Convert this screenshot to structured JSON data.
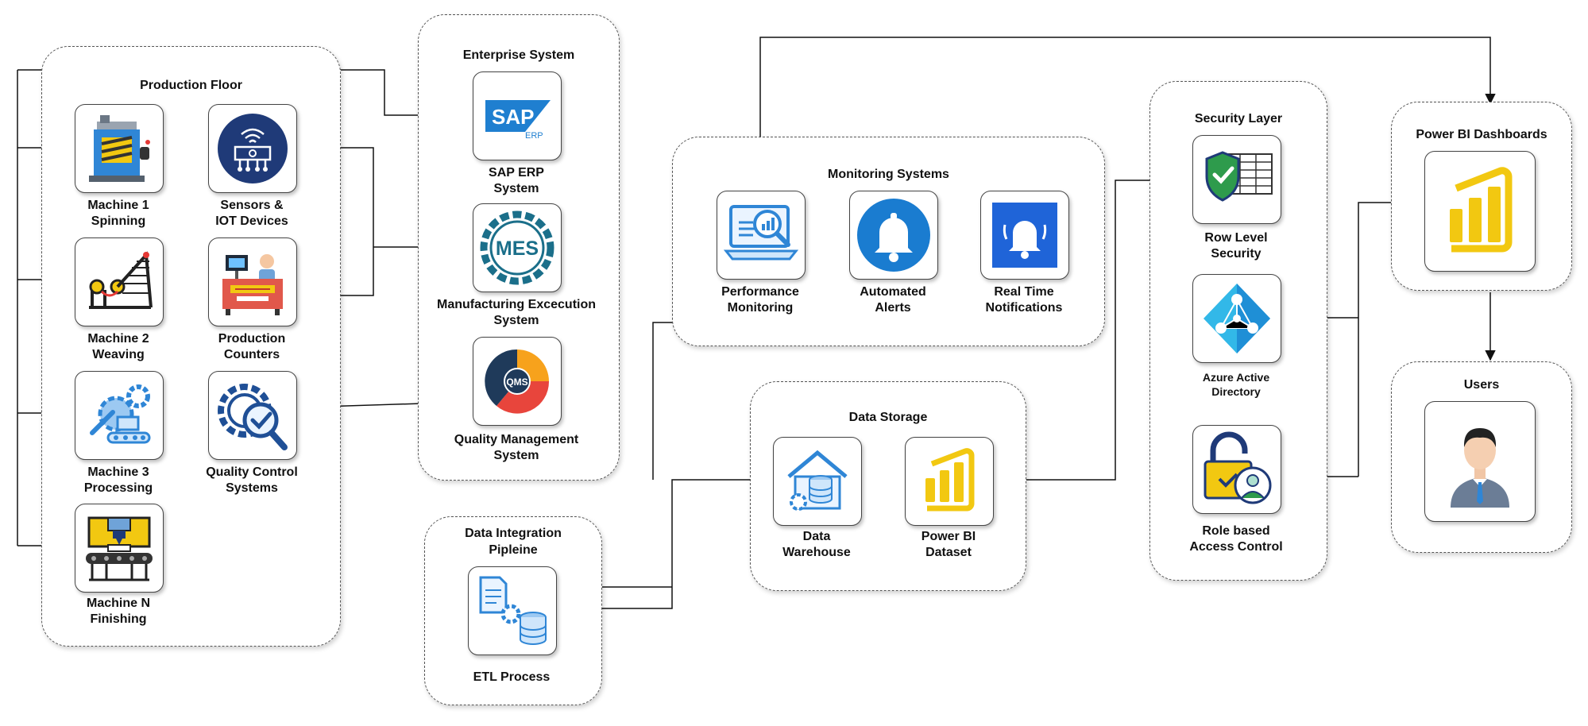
{
  "groups": {
    "production_floor": "Production Floor",
    "enterprise_system": "Enterprise System",
    "monitoring_systems": "Monitoring Systems",
    "data_storage": "Data Storage",
    "data_integration": "Data Integration\nPipleine",
    "security_layer": "Security Layer",
    "power_bi_dashboards": "Power BI Dashboards",
    "users": "Users"
  },
  "nodes": {
    "machine1": "Machine 1\nSpinning",
    "sensors": "Sensors &\nIOT Devices",
    "machine2": "Machine 2\nWeaving",
    "counters": "Production\nCounters",
    "machine3": "Machine 3\nProcessing",
    "qc": "Quality Control\nSystems",
    "machineN": "Machine N\nFinishing",
    "sap": "SAP ERP\nSystem",
    "mes": "Manufacturing Excecution\nSystem",
    "qms": "Quality Management\nSystem",
    "perf": "Performance\nMonitoring",
    "alerts": "Automated\nAlerts",
    "notifications": "Real Time\nNotifications",
    "warehouse": "Data\nWarehouse",
    "dataset": "Power BI\nDataset",
    "etl": "ETL Process",
    "rls": "Row Level\nSecurity",
    "aad": "Azure Active\nDirectory",
    "rbac": "Role based\nAccess Control"
  },
  "icon_text": {
    "sap": "SAP",
    "erp": "ERP",
    "mes": "MES",
    "qms": "QMS"
  },
  "colors": {
    "sap_blue": "#1f7fd0",
    "mes_teal": "#1b6f8a",
    "powerbi_yellow": "#f2c811",
    "icon_blue": "#2f86d6",
    "alert_blue": "#1a7cd0"
  }
}
